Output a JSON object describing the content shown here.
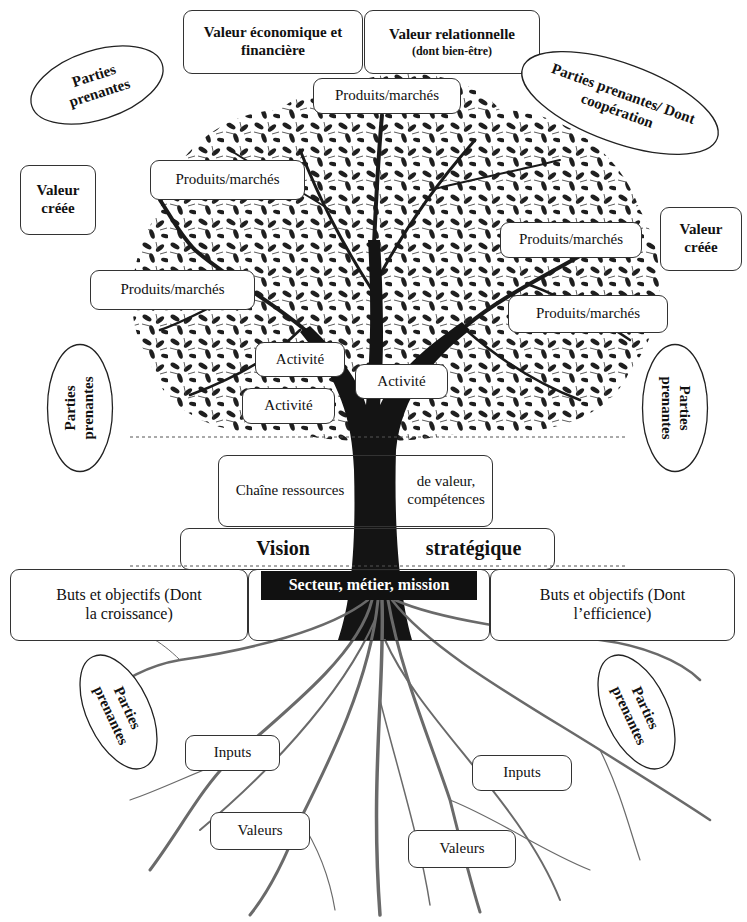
{
  "diagram": {
    "nodes": [
      {
        "text": [
          "Valeur économique et financière"
        ]
      },
      {
        "text": [
          "Valeur relationnelle",
          "(dont bien-être)"
        ]
      },
      {
        "text": [
          "Parties prenantes"
        ]
      },
      {
        "text": [
          "Produits/marchés"
        ]
      },
      {
        "text": [
          "Parties prenantes/ Dont coopération"
        ]
      },
      {
        "text": [
          "Valeur créée"
        ]
      },
      {
        "text": [
          "Produits/marchés"
        ]
      },
      {
        "text": [
          "Produits/marchés"
        ]
      },
      {
        "text": [
          "Valeur créée"
        ]
      },
      {
        "text": [
          "Produits/marchés"
        ]
      },
      {
        "text": [
          "Produits/marchés"
        ]
      },
      {
        "text": [
          "Parties prenantes"
        ]
      },
      {
        "text": [
          "Activité"
        ]
      },
      {
        "text": [
          "Activité"
        ]
      },
      {
        "text": [
          "Parties prenantes"
        ]
      },
      {
        "text": [
          "Activité"
        ]
      },
      {
        "text": [
          "Chaîne ressources",
          "de valeur, compétences"
        ]
      },
      {
        "text": [
          "Vision",
          "stratégique"
        ]
      },
      {
        "text": [
          "Buts et objectifs (Dont la croissance)"
        ]
      },
      {
        "text": [
          "Secteur, métier, mission"
        ]
      },
      {
        "text": [
          "Buts et objectifs (Dont l’efficience)"
        ]
      },
      {
        "text": [
          "Parties prenantes"
        ]
      },
      {
        "text": [
          "Parties prenantes"
        ]
      },
      {
        "text": [
          "Inputs"
        ]
      },
      {
        "text": [
          "Inputs"
        ]
      },
      {
        "text": [
          "Valeurs"
        ]
      },
      {
        "text": [
          "Valeurs"
        ]
      }
    ]
  }
}
